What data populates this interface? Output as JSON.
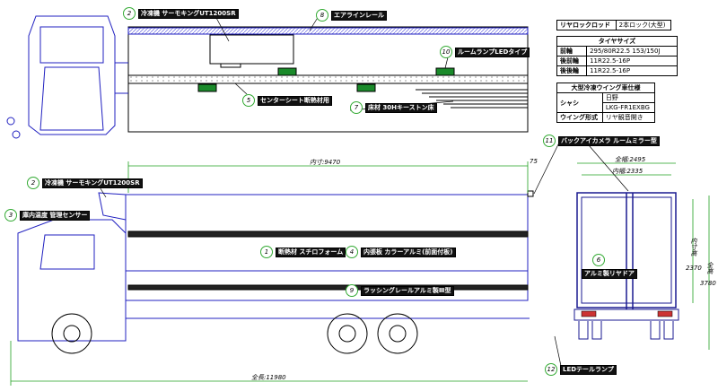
{
  "labels": [
    {
      "num": "1",
      "text": "断熱材 スチロフォーム"
    },
    {
      "num": "2",
      "text": "冷凍機 サーモキングUT1200SR"
    },
    {
      "num": "3",
      "text": "庫内温度 管理センサー"
    },
    {
      "num": "4",
      "text": "内張板 カラーアルミ(前面付板)"
    },
    {
      "num": "5",
      "text": "センターシート断熱材用"
    },
    {
      "num": "6",
      "text": "アルミ製リヤドア"
    },
    {
      "num": "7",
      "text": "床材 30Hキーストン床"
    },
    {
      "num": "8",
      "text": "エアラインレール"
    },
    {
      "num": "9",
      "text": "ラッシングレールアルミ製Ⅲ型"
    },
    {
      "num": "10",
      "text": "ルームランプLEDタイプ"
    },
    {
      "num": "11",
      "text": "バックアイカメラ ルームミラー型"
    },
    {
      "num": "12",
      "text": "LEDテールランプ"
    }
  ],
  "dimensions": {
    "inner_length": "内寸:9470",
    "overhang": "75",
    "total_length": "全長:11980",
    "total_width": "全幅:2495",
    "inner_width": "内幅:2335",
    "inner_height_label": "内寸高",
    "inner_height": "2370",
    "total_height_label": "全高",
    "total_height": "3780"
  },
  "tables": {
    "lock": {
      "label": "リヤロックロッド",
      "value": "2本ロック(大型)"
    },
    "tires": {
      "title": "タイヤサイズ",
      "rows": [
        {
          "axle": "前輪",
          "size": "295/80R22.5 153/150J"
        },
        {
          "axle": "後前輪",
          "size": "11R22.5-16P"
        },
        {
          "axle": "後後輪",
          "size": "11R22.5-16P"
        }
      ]
    },
    "spec": {
      "title": "大型冷凍ウイング車仕様",
      "chassis_label": "シャシ",
      "maker": "日野",
      "model": "LKG-FR1EXBG",
      "wing_label": "ウイング形式",
      "wing_value": "リヤ観音開き"
    }
  },
  "colors": {
    "line": "#2020c0",
    "dim": "#20a020",
    "lamp": "#1a8a2a"
  }
}
